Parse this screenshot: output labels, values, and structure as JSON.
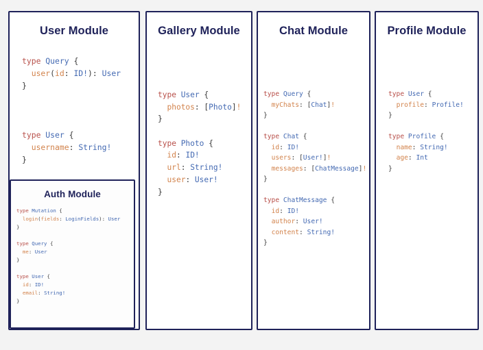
{
  "page": {
    "background_color": "#f3f3f3",
    "title": "GraphQL Schema Modules"
  },
  "theme": {
    "border_color": "#1e2159",
    "title_color": "#1e2159",
    "panel_background": "#ffffff",
    "syntax": {
      "keyword": "#b8504a",
      "type_name": "#4369b2",
      "field_name": "#d2834c",
      "punctuation": "#3c3c3c"
    }
  },
  "modules": [
    {
      "id": "user",
      "title": "User Module",
      "code_lines": [
        [
          {
            "t": "type ",
            "c": "kw"
          },
          {
            "t": "Query",
            "c": "type"
          },
          {
            "t": " {",
            "c": "pun"
          }
        ],
        [
          {
            "t": "  ",
            "c": "pun"
          },
          {
            "t": "user",
            "c": "fld"
          },
          {
            "t": "(",
            "c": "pun"
          },
          {
            "t": "id",
            "c": "fld"
          },
          {
            "t": ": ",
            "c": "pun"
          },
          {
            "t": "ID!",
            "c": "type"
          },
          {
            "t": "): ",
            "c": "pun"
          },
          {
            "t": "User",
            "c": "type"
          }
        ],
        [
          {
            "t": "}",
            "c": "pun"
          }
        ],
        [
          {
            "t": "",
            "c": "pun"
          }
        ],
        [
          {
            "t": "",
            "c": "pun"
          }
        ],
        [
          {
            "t": "",
            "c": "pun"
          }
        ],
        [
          {
            "t": "type ",
            "c": "kw"
          },
          {
            "t": "User",
            "c": "type"
          },
          {
            "t": " {",
            "c": "pun"
          }
        ],
        [
          {
            "t": "  ",
            "c": "pun"
          },
          {
            "t": "username",
            "c": "fld"
          },
          {
            "t": ": ",
            "c": "pun"
          },
          {
            "t": "String!",
            "c": "type"
          }
        ],
        [
          {
            "t": "}",
            "c": "pun"
          }
        ]
      ]
    },
    {
      "id": "auth",
      "title": "Auth Module",
      "code_lines": [
        [
          {
            "t": "type ",
            "c": "kw"
          },
          {
            "t": "Mutation",
            "c": "type"
          },
          {
            "t": " {",
            "c": "pun"
          }
        ],
        [
          {
            "t": "  ",
            "c": "pun"
          },
          {
            "t": "login",
            "c": "fld"
          },
          {
            "t": "(",
            "c": "pun"
          },
          {
            "t": "fields",
            "c": "fld"
          },
          {
            "t": ": ",
            "c": "pun"
          },
          {
            "t": "LoginFields",
            "c": "type"
          },
          {
            "t": "): ",
            "c": "pun"
          },
          {
            "t": "User",
            "c": "type"
          }
        ],
        [
          {
            "t": "}",
            "c": "pun"
          }
        ],
        [
          {
            "t": "",
            "c": "pun"
          }
        ],
        [
          {
            "t": "type ",
            "c": "kw"
          },
          {
            "t": "Query",
            "c": "type"
          },
          {
            "t": " {",
            "c": "pun"
          }
        ],
        [
          {
            "t": "  ",
            "c": "pun"
          },
          {
            "t": "me",
            "c": "fld"
          },
          {
            "t": ": ",
            "c": "pun"
          },
          {
            "t": "User",
            "c": "type"
          }
        ],
        [
          {
            "t": "}",
            "c": "pun"
          }
        ],
        [
          {
            "t": "",
            "c": "pun"
          }
        ],
        [
          {
            "t": "type ",
            "c": "kw"
          },
          {
            "t": "User",
            "c": "type"
          },
          {
            "t": " {",
            "c": "pun"
          }
        ],
        [
          {
            "t": "  ",
            "c": "pun"
          },
          {
            "t": "id",
            "c": "fld"
          },
          {
            "t": ": ",
            "c": "pun"
          },
          {
            "t": "ID!",
            "c": "type"
          }
        ],
        [
          {
            "t": "  ",
            "c": "pun"
          },
          {
            "t": "email",
            "c": "fld"
          },
          {
            "t": ": ",
            "c": "pun"
          },
          {
            "t": "String!",
            "c": "type"
          }
        ],
        [
          {
            "t": "}",
            "c": "pun"
          }
        ]
      ]
    },
    {
      "id": "gallery",
      "title": "Gallery Module",
      "code_lines": [
        [
          {
            "t": "type ",
            "c": "kw"
          },
          {
            "t": "User",
            "c": "type"
          },
          {
            "t": " {",
            "c": "pun"
          }
        ],
        [
          {
            "t": "  ",
            "c": "pun"
          },
          {
            "t": "photos",
            "c": "fld"
          },
          {
            "t": ": ",
            "c": "pun"
          },
          {
            "t": "[",
            "c": "pun"
          },
          {
            "t": "Photo",
            "c": "type"
          },
          {
            "t": "]",
            "c": "pun"
          },
          {
            "t": "!",
            "c": "fld"
          }
        ],
        [
          {
            "t": "}",
            "c": "pun"
          }
        ],
        [
          {
            "t": "",
            "c": "pun"
          }
        ],
        [
          {
            "t": "type ",
            "c": "kw"
          },
          {
            "t": "Photo",
            "c": "type"
          },
          {
            "t": " {",
            "c": "pun"
          }
        ],
        [
          {
            "t": "  ",
            "c": "pun"
          },
          {
            "t": "id",
            "c": "fld"
          },
          {
            "t": ": ",
            "c": "pun"
          },
          {
            "t": "ID!",
            "c": "type"
          }
        ],
        [
          {
            "t": "  ",
            "c": "pun"
          },
          {
            "t": "url",
            "c": "fld"
          },
          {
            "t": ": ",
            "c": "pun"
          },
          {
            "t": "String!",
            "c": "type"
          }
        ],
        [
          {
            "t": "  ",
            "c": "pun"
          },
          {
            "t": "user",
            "c": "fld"
          },
          {
            "t": ": ",
            "c": "pun"
          },
          {
            "t": "User!",
            "c": "type"
          }
        ],
        [
          {
            "t": "}",
            "c": "pun"
          }
        ]
      ]
    },
    {
      "id": "chat",
      "title": "Chat Module",
      "code_lines": [
        [
          {
            "t": "type ",
            "c": "kw"
          },
          {
            "t": "Query",
            "c": "type"
          },
          {
            "t": " {",
            "c": "pun"
          }
        ],
        [
          {
            "t": "  ",
            "c": "pun"
          },
          {
            "t": "myChats",
            "c": "fld"
          },
          {
            "t": ": ",
            "c": "pun"
          },
          {
            "t": "[",
            "c": "pun"
          },
          {
            "t": "Chat",
            "c": "type"
          },
          {
            "t": "]",
            "c": "pun"
          },
          {
            "t": "!",
            "c": "fld"
          }
        ],
        [
          {
            "t": "}",
            "c": "pun"
          }
        ],
        [
          {
            "t": "",
            "c": "pun"
          }
        ],
        [
          {
            "t": "type ",
            "c": "kw"
          },
          {
            "t": "Chat",
            "c": "type"
          },
          {
            "t": " {",
            "c": "pun"
          }
        ],
        [
          {
            "t": "  ",
            "c": "pun"
          },
          {
            "t": "id",
            "c": "fld"
          },
          {
            "t": ": ",
            "c": "pun"
          },
          {
            "t": "ID!",
            "c": "type"
          }
        ],
        [
          {
            "t": "  ",
            "c": "pun"
          },
          {
            "t": "users",
            "c": "fld"
          },
          {
            "t": ": ",
            "c": "pun"
          },
          {
            "t": "[",
            "c": "pun"
          },
          {
            "t": "User!",
            "c": "type"
          },
          {
            "t": "]",
            "c": "pun"
          },
          {
            "t": "!",
            "c": "fld"
          }
        ],
        [
          {
            "t": "  ",
            "c": "pun"
          },
          {
            "t": "messages",
            "c": "fld"
          },
          {
            "t": ": ",
            "c": "pun"
          },
          {
            "t": "[",
            "c": "pun"
          },
          {
            "t": "ChatMessage",
            "c": "type"
          },
          {
            "t": "]",
            "c": "pun"
          },
          {
            "t": "!",
            "c": "fld"
          }
        ],
        [
          {
            "t": "}",
            "c": "pun"
          }
        ],
        [
          {
            "t": "",
            "c": "pun"
          }
        ],
        [
          {
            "t": "type ",
            "c": "kw"
          },
          {
            "t": "ChatMessage",
            "c": "type"
          },
          {
            "t": " {",
            "c": "pun"
          }
        ],
        [
          {
            "t": "  ",
            "c": "pun"
          },
          {
            "t": "id",
            "c": "fld"
          },
          {
            "t": ": ",
            "c": "pun"
          },
          {
            "t": "ID!",
            "c": "type"
          }
        ],
        [
          {
            "t": "  ",
            "c": "pun"
          },
          {
            "t": "author",
            "c": "fld"
          },
          {
            "t": ": ",
            "c": "pun"
          },
          {
            "t": "User!",
            "c": "type"
          }
        ],
        [
          {
            "t": "  ",
            "c": "pun"
          },
          {
            "t": "content",
            "c": "fld"
          },
          {
            "t": ": ",
            "c": "pun"
          },
          {
            "t": "String!",
            "c": "type"
          }
        ],
        [
          {
            "t": "}",
            "c": "pun"
          }
        ]
      ]
    },
    {
      "id": "profile",
      "title": "Profile Module",
      "code_lines": [
        [
          {
            "t": "type ",
            "c": "kw"
          },
          {
            "t": "User",
            "c": "type"
          },
          {
            "t": " {",
            "c": "pun"
          }
        ],
        [
          {
            "t": "  ",
            "c": "pun"
          },
          {
            "t": "profile",
            "c": "fld"
          },
          {
            "t": ": ",
            "c": "pun"
          },
          {
            "t": "Profile!",
            "c": "type"
          }
        ],
        [
          {
            "t": "}",
            "c": "pun"
          }
        ],
        [
          {
            "t": "",
            "c": "pun"
          }
        ],
        [
          {
            "t": "type ",
            "c": "kw"
          },
          {
            "t": "Profile",
            "c": "type"
          },
          {
            "t": " {",
            "c": "pun"
          }
        ],
        [
          {
            "t": "  ",
            "c": "pun"
          },
          {
            "t": "name",
            "c": "fld"
          },
          {
            "t": ": ",
            "c": "pun"
          },
          {
            "t": "String!",
            "c": "type"
          }
        ],
        [
          {
            "t": "  ",
            "c": "pun"
          },
          {
            "t": "age",
            "c": "fld"
          },
          {
            "t": ": ",
            "c": "pun"
          },
          {
            "t": "Int",
            "c": "type"
          }
        ],
        [
          {
            "t": "}",
            "c": "pun"
          }
        ]
      ]
    }
  ]
}
